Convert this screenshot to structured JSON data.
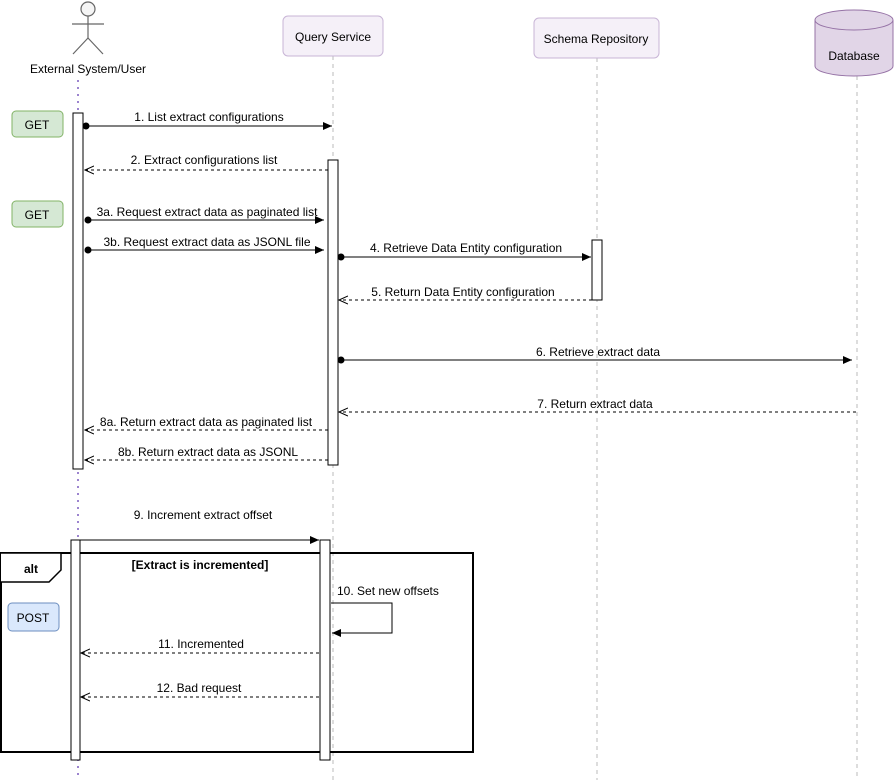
{
  "actors": {
    "user": "External System/User",
    "query": "Query Service",
    "schema": "Schema Repository",
    "database": "Database"
  },
  "badges": {
    "get1": "GET",
    "get2": "GET",
    "post": "POST"
  },
  "colors": {
    "participant_fill": "#f5f0f8",
    "participant_stroke": "#c8b5d6",
    "database_fill": "#e1d5e7",
    "database_stroke": "#9673a6",
    "get_fill": "#d5e8d4",
    "get_stroke": "#82b366",
    "post_fill": "#dae8fc",
    "post_stroke": "#6c8ebf",
    "user_lifeline": "#7b5bbf"
  },
  "messages": [
    {
      "id": "m1",
      "label": "1. List extract configurations"
    },
    {
      "id": "m2",
      "label": "2. Extract configurations list"
    },
    {
      "id": "m3a",
      "label": "3a. Request extract data as paginated list"
    },
    {
      "id": "m3b",
      "label": "3b. Request extract data as JSONL file"
    },
    {
      "id": "m4",
      "label": "4. Retrieve Data Entity configuration"
    },
    {
      "id": "m5",
      "label": "5. Return Data Entity configuration"
    },
    {
      "id": "m6",
      "label": "6. Retrieve extract data"
    },
    {
      "id": "m7",
      "label": "7. Return extract data"
    },
    {
      "id": "m8a",
      "label": "8a. Return extract data as paginated list"
    },
    {
      "id": "m8b",
      "label": "8b. Return extract data as JSONL"
    },
    {
      "id": "m9",
      "label": "9. Increment extract offset"
    },
    {
      "id": "m10",
      "label": "10. Set new offsets"
    },
    {
      "id": "m11",
      "label": "11. Incremented"
    },
    {
      "id": "m12",
      "label": "12. Bad request"
    }
  ],
  "alt": {
    "keyword": "alt",
    "guard": "[Extract is incremented]"
  }
}
